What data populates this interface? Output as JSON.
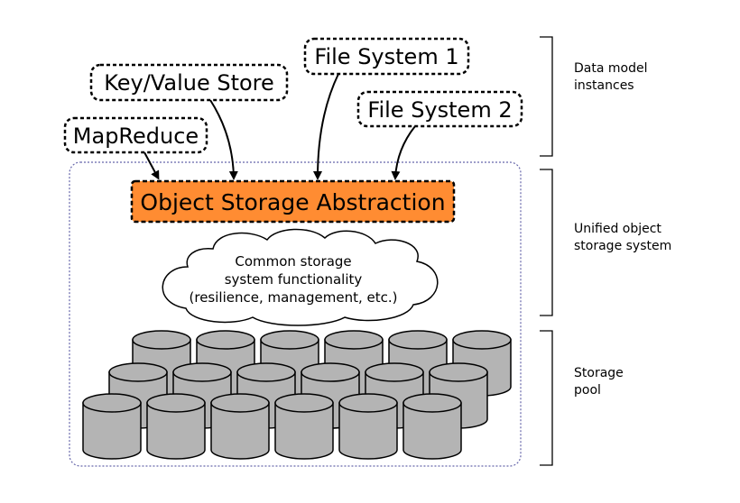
{
  "data_models": {
    "file_system_1": "File System 1",
    "key_value_store": "Key/Value Store",
    "file_system_2": "File System 2",
    "mapreduce": "MapReduce"
  },
  "object_storage": {
    "label": "Object Storage Abstraction",
    "fill_color": "#ff8c32"
  },
  "cloud": {
    "line1": "Common storage",
    "line2": "system functionality",
    "line3": "(resilience, management, etc.)"
  },
  "layers": {
    "data_model": {
      "line1": "Data model",
      "line2": "instances"
    },
    "unified": {
      "line1": "Unified object",
      "line2": "storage system"
    },
    "pool": {
      "line1": "Storage",
      "line2": "pool"
    }
  },
  "colors": {
    "disk_fill": "#b4b4b4",
    "container_border": "#6666aa"
  }
}
